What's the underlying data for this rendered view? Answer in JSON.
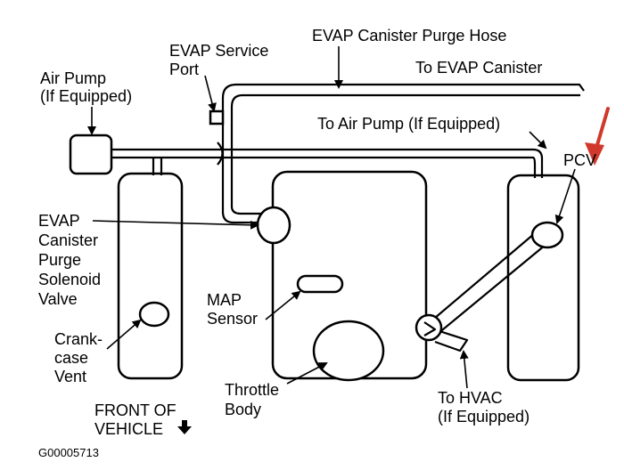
{
  "labels": {
    "evap_service_port": [
      "EVAP Service",
      "Port"
    ],
    "purge_hose": "EVAP Canister Purge Hose",
    "to_evap_canister": "To EVAP Canister",
    "air_pump": [
      "Air Pump",
      "(If Equipped)"
    ],
    "to_air_pump": "To Air Pump (If Equipped)",
    "pcv": "PCV",
    "solenoid": [
      "EVAP",
      "Canister",
      "Purge",
      "Solenoid",
      "Valve"
    ],
    "map_sensor": [
      "MAP",
      "Sensor"
    ],
    "crankcase_vent": [
      "Crank-",
      "case",
      "Vent"
    ],
    "throttle_body": [
      "Throttle",
      "Body"
    ],
    "to_hvac": [
      "To HVAC",
      "(If Equipped)"
    ],
    "front_of_vehicle": [
      "FRONT OF",
      "VEHICLE"
    ],
    "figure_code": "G00005713"
  },
  "colors": {
    "highlight_arrow": "#d0392b",
    "ink": "#000000"
  },
  "icons": {
    "front_arrow": "arrow-down-icon",
    "highlight": "red-pointer-arrow-icon"
  }
}
